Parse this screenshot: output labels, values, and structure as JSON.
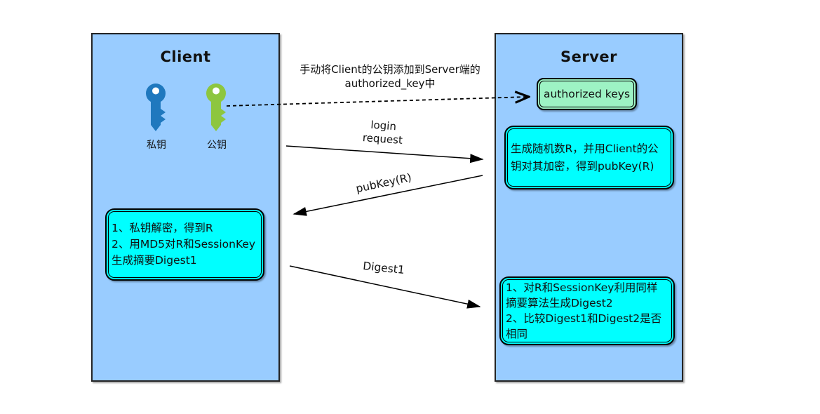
{
  "diagram": {
    "client": {
      "title": "Client",
      "private_key_label": "私钥",
      "public_key_label": "公钥",
      "process_box": {
        "line1": "1、私钥解密，得到R",
        "line2": "2、用MD5对R和SessionKey",
        "line3": "生成摘要Digest1"
      }
    },
    "server": {
      "title": "Server",
      "authorized_keys_label": "authorized keys",
      "generate_box": {
        "line1": "生成随机数R，并用Client的公",
        "line2": "钥对其加密，得到pubKey(R)"
      },
      "verify_box": {
        "line1": "1、对R和SessionKey利用同样",
        "line2": "摘要算法生成Digest2",
        "line3": "2、比较Digest1和Digest2是否",
        "line4": "相同"
      }
    },
    "arrows": {
      "manual_add": {
        "line1": "手动将Client的公钥添加到Server端的",
        "line2": "authorized_key中",
        "style": "dashed"
      },
      "login_request": {
        "line1": "login",
        "line2": "request"
      },
      "pubkey": {
        "label": "pubKey(R)"
      },
      "digest1": {
        "label": "Digest1"
      }
    },
    "colors": {
      "panel_fill": "#99CCFF",
      "process_fill": "#00FFFF",
      "authorized_fill": "#9DF3C4",
      "private_key": "#1F78BE",
      "public_key": "#8DC63F"
    }
  }
}
